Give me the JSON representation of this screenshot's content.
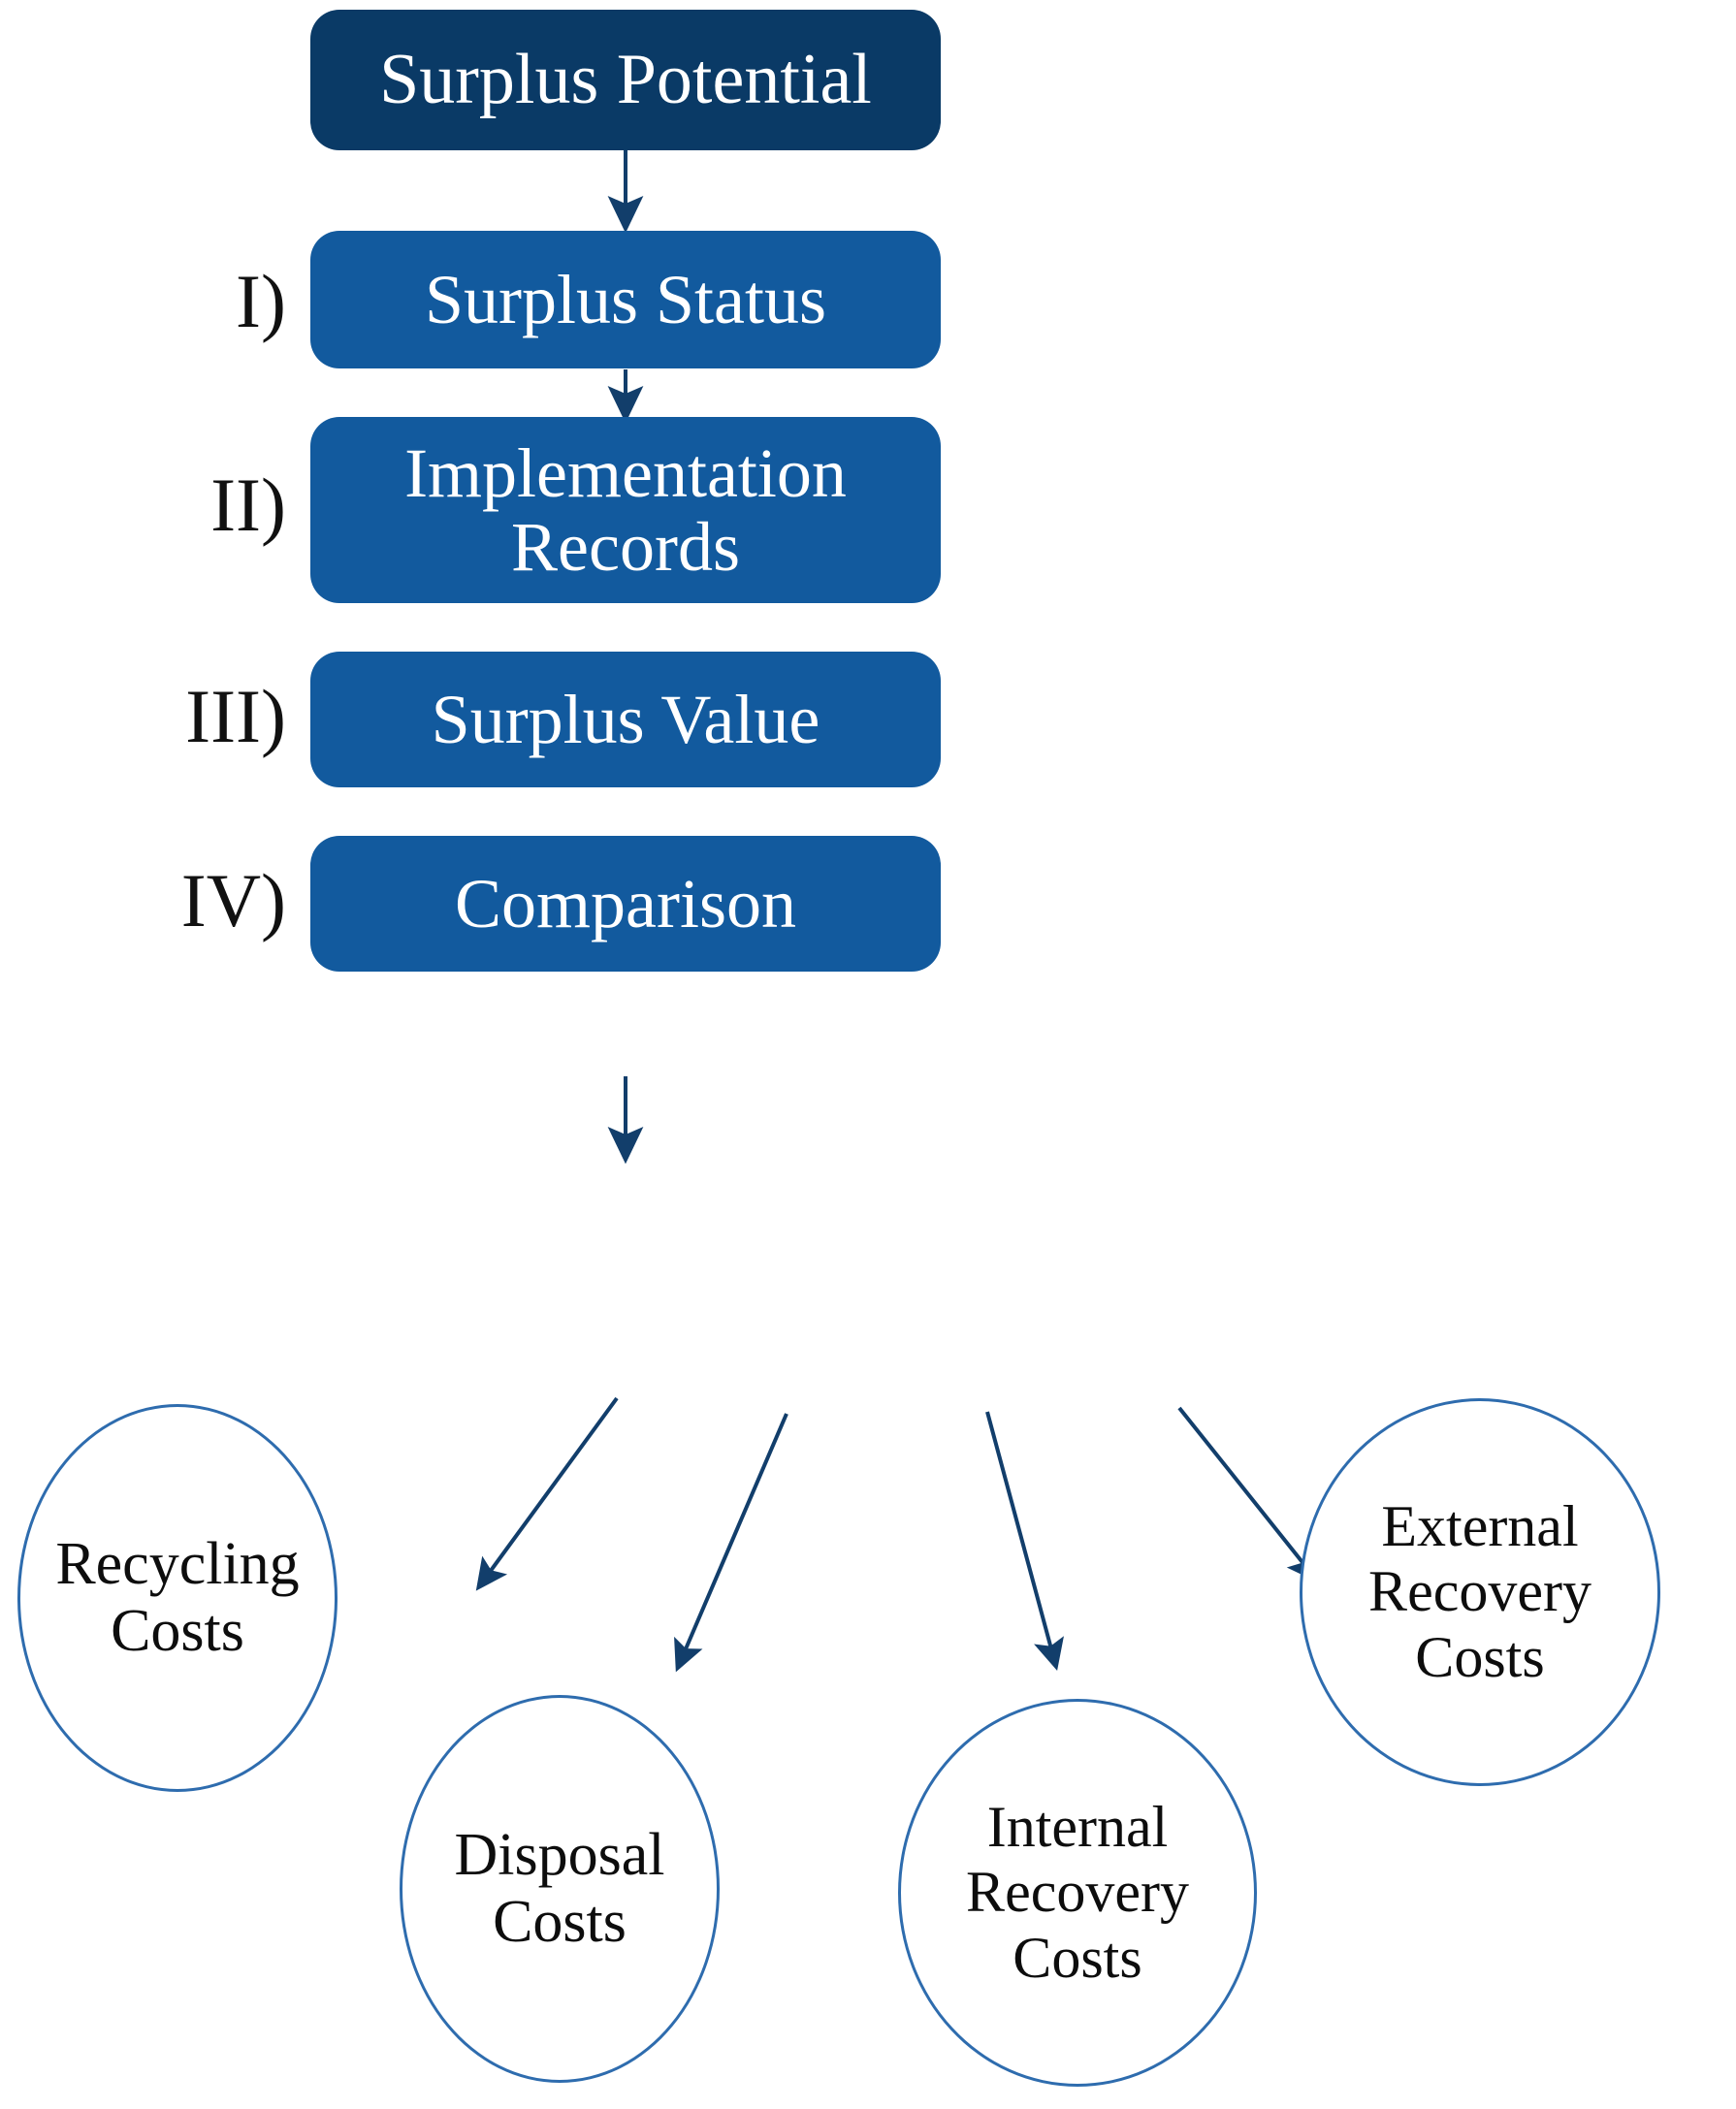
{
  "diagram": {
    "title_node": {
      "label": "Surplus Potential",
      "fill": "#0A3A66",
      "text_color": "#FFFFFF"
    },
    "stages": [
      {
        "numeral": "I)",
        "label": "Surplus Status",
        "fill": "#125A9E"
      },
      {
        "numeral": "II)",
        "label": "Implementation\nRecords",
        "fill": "#125A9E"
      },
      {
        "numeral": "III)",
        "label": "Surplus Value",
        "fill": "#125A9E"
      },
      {
        "numeral": "IV)",
        "label": "Comparison",
        "fill": "#125A9E"
      }
    ],
    "stage_labels": {
      "stage1": "Surplus Status",
      "stage2_line1": "Implementation",
      "stage2_line2": "Records",
      "stage3": "Surplus Value",
      "stage4": "Comparison",
      "numeral1": "I)",
      "numeral2": "II)",
      "numeral3": "III)",
      "numeral4": "IV)"
    },
    "outcomes": [
      {
        "line1": "Recycling",
        "line2": "Costs",
        "line3": ""
      },
      {
        "line1": "Disposal",
        "line2": "Costs",
        "line3": ""
      },
      {
        "line1": "Internal",
        "line2": "Recovery",
        "line3": "Costs"
      },
      {
        "line1": "External",
        "line2": "Recovery",
        "line3": "Costs"
      }
    ],
    "outcome_labels": {
      "recycling_l1": "Recycling",
      "recycling_l2": "Costs",
      "disposal_l1": "Disposal",
      "disposal_l2": "Costs",
      "internal_l1": "Internal",
      "internal_l2": "Recovery",
      "internal_l3": "Costs",
      "external_l1": "External",
      "external_l2": "Recovery",
      "external_l3": "Costs"
    },
    "colors": {
      "dark_navy": "#0A3A66",
      "mid_blue": "#125A9E",
      "circle_stroke": "#2E6CAE",
      "arrow": "#123E6B",
      "background": "#FFFFFF",
      "text_on_fill": "#FFFFFF",
      "text_dark": "#111111"
    }
  }
}
